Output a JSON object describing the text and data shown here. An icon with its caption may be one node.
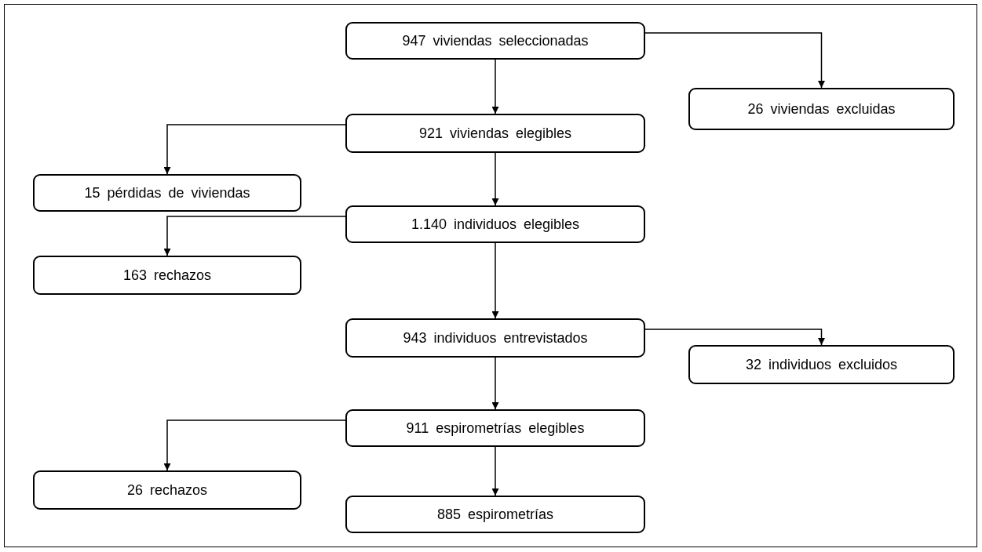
{
  "diagram": {
    "nodes": [
      {
        "text": [
          "947 viviendas seleccionadas"
        ]
      },
      {
        "text": [
          "26 viviendas excluidas"
        ]
      },
      {
        "text": [
          "921 viviendas elegibles"
        ]
      },
      {
        "text": [
          "15 pérdidas de viviendas"
        ]
      },
      {
        "text": [
          "1.140 individuos elegibles"
        ]
      },
      {
        "text": [
          "163 rechazos"
        ]
      },
      {
        "text": [
          "943 individuos entrevistados"
        ]
      },
      {
        "text": [
          "32 individuos excluidos"
        ]
      },
      {
        "text": [
          "911 espirometrías elegibles"
        ]
      },
      {
        "text": [
          "26 rechazos"
        ]
      },
      {
        "text": [
          "885 espirometrías"
        ]
      }
    ],
    "edges": [
      {
        "from": 0,
        "to": 2,
        "arrow": "to"
      },
      {
        "from": 0,
        "to": 1,
        "arrow": "to"
      },
      {
        "from": 2,
        "to": 3,
        "arrow": "to"
      },
      {
        "from": 2,
        "to": 4,
        "arrow": "to"
      },
      {
        "from": 4,
        "to": 5,
        "arrow": "to"
      },
      {
        "from": 4,
        "to": 6,
        "arrow": "to"
      },
      {
        "from": 6,
        "to": 7,
        "arrow": "to"
      },
      {
        "from": 6,
        "to": 8,
        "arrow": "to"
      },
      {
        "from": 8,
        "to": 9,
        "arrow": "to"
      },
      {
        "from": 8,
        "to": 10,
        "arrow": "to"
      }
    ]
  }
}
